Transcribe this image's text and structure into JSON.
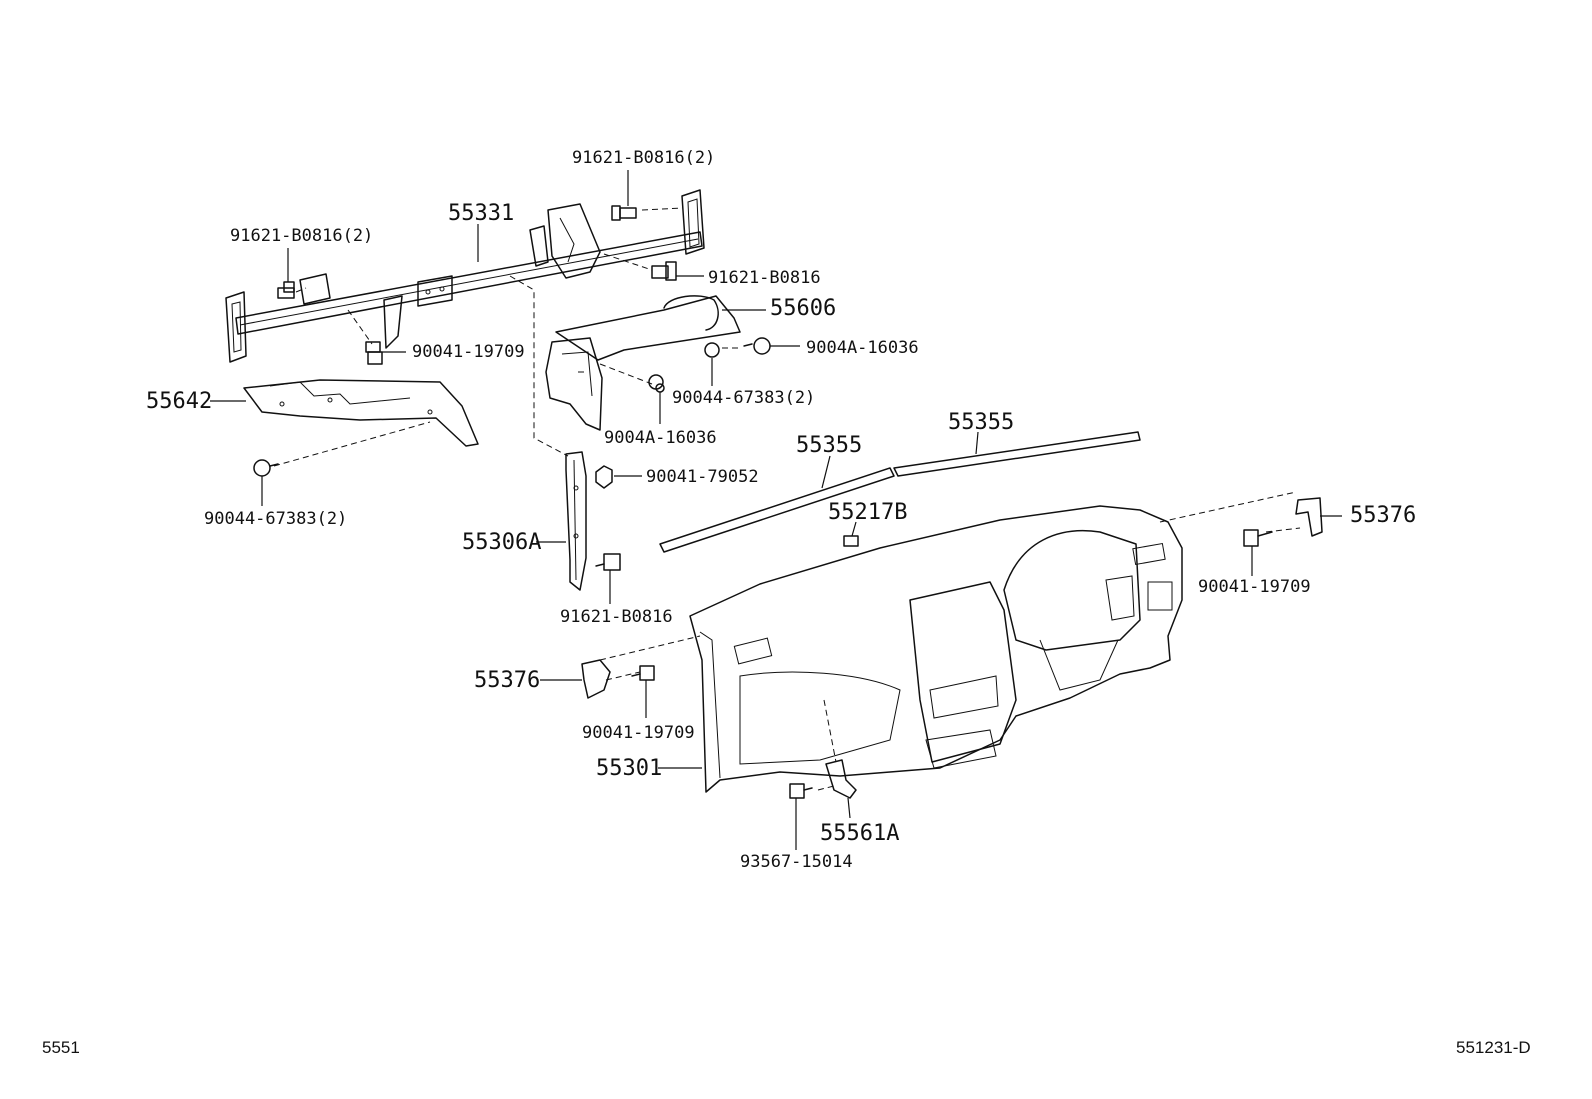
{
  "callouts": {
    "c_91621_B0816_2_top": "91621-B0816(2)",
    "c_55331": "55331",
    "c_91621_B0816_2_left": "91621-B0816(2)",
    "c_91621_B0816_mid": "91621-B0816",
    "c_55606": "55606",
    "c_9004A_16036_right": "9004A-16036",
    "c_90041_19709_left": "90041-19709",
    "c_55642": "55642",
    "c_90044_67383_2_mid": "90044-67383(2)",
    "c_9004A_16036_mid": "9004A-16036",
    "c_55355_left": "55355",
    "c_55355_right": "55355",
    "c_90041_79052": "90041-79052",
    "c_90044_67383_2_left": "90044-67383(2)",
    "c_55217B": "55217B",
    "c_55376_right": "55376",
    "c_55306A": "55306A",
    "c_90041_19709_right": "90041-19709",
    "c_91621_B0816_lower": "91621-B0816",
    "c_55376_left": "55376",
    "c_90041_19709_lower": "90041-19709",
    "c_55301": "55301",
    "c_55561A": "55561A",
    "c_93567_15014": "93567-15014"
  },
  "footer": {
    "page_code": "5551",
    "figure_code": "551231-D"
  }
}
